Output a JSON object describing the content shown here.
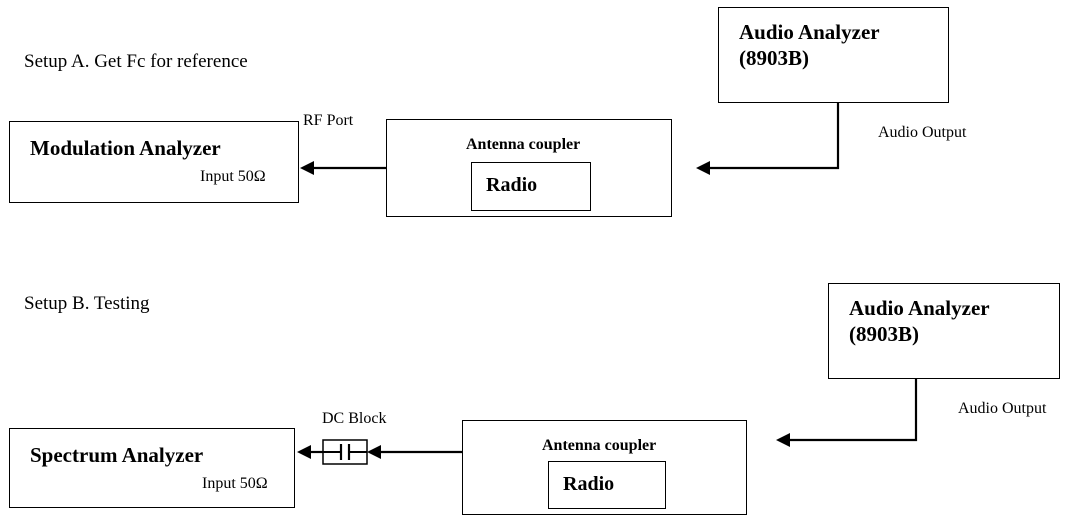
{
  "setup_a": {
    "title": "Setup A. Get Fc for reference",
    "modulation_analyzer": {
      "label": "Modulation Analyzer",
      "input": "Input 50Ω"
    },
    "rf_port": "RF Port",
    "coupler": {
      "label": "Antenna coupler",
      "radio": "Radio"
    },
    "audio_analyzer": {
      "line1": "Audio Analyzer",
      "line2": "(8903B)",
      "output": "Audio Output"
    }
  },
  "setup_b": {
    "title": "Setup B. Testing",
    "spectrum_analyzer": {
      "label": "Spectrum Analyzer",
      "input": "Input 50Ω"
    },
    "dc_block": "DC Block",
    "coupler": {
      "label": "Antenna coupler",
      "radio": "Radio"
    },
    "audio_analyzer": {
      "line1": "Audio Analyzer",
      "line2": "(8903B)",
      "output": "Audio Output"
    }
  }
}
